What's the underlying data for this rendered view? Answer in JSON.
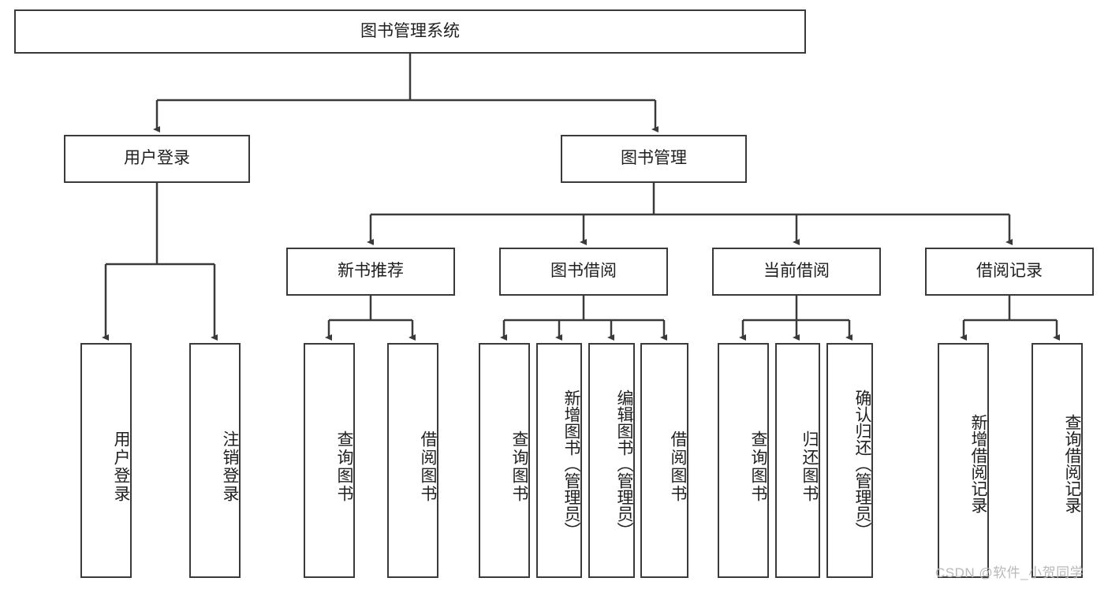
{
  "diagram": {
    "type": "tree",
    "title": "图书管理系统",
    "watermark": "CSDN @软件_小贺同学",
    "colors": {
      "stroke": "#3a3a3a",
      "fill": "#ffffff",
      "text": "#1f1f1f",
      "watermark": "#b9b9b9"
    },
    "nodes": {
      "root": {
        "label": "图书管理系统"
      },
      "level2": [
        {
          "label": "用户登录"
        },
        {
          "label": "图书管理"
        }
      ],
      "level3": [
        {
          "label": "新书推荐"
        },
        {
          "label": "图书借阅"
        },
        {
          "label": "当前借阅"
        },
        {
          "label": "借阅记录"
        }
      ],
      "leaves": {
        "user_login": [
          {
            "label": "用户登录"
          },
          {
            "label": "注销登录"
          }
        ],
        "new_book": [
          {
            "label": "查询图书"
          },
          {
            "label": "借阅图书"
          }
        ],
        "book_borrow": [
          {
            "label": "查询图书"
          },
          {
            "label": "新增图书（管理员）"
          },
          {
            "label": "编辑图书（管理员）"
          },
          {
            "label": "借阅图书"
          }
        ],
        "current_borrow": [
          {
            "label": "查询图书"
          },
          {
            "label": "归还图书"
          },
          {
            "label": "确认归还（管理员）"
          }
        ],
        "borrow_record": [
          {
            "label": "新增借阅记录"
          },
          {
            "label": "查询借阅记录"
          }
        ]
      }
    }
  }
}
